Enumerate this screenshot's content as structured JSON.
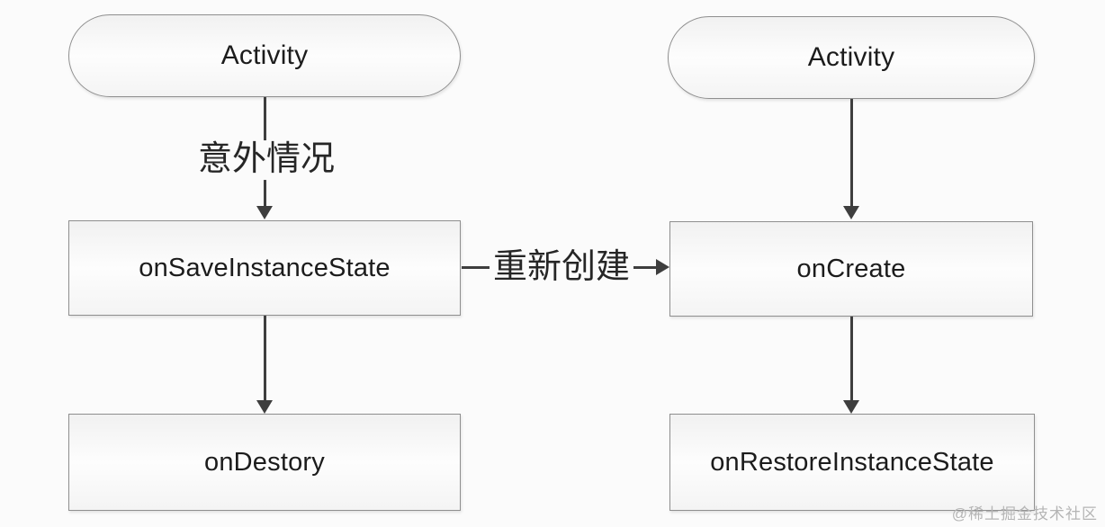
{
  "diagram": {
    "title_implicit": "Activity lifecycle on unexpected destruction and recreation",
    "left_flow": {
      "start_label": "Activity",
      "edge_label": "意外情况",
      "node_save_label": "onSaveInstanceState",
      "node_destroy_label": "onDestory"
    },
    "right_flow": {
      "start_label": "Activity",
      "node_create_label": "onCreate",
      "node_restore_label": "onRestoreInstanceState"
    },
    "cross_edge": {
      "label": "重新创建",
      "from": "onSaveInstanceState",
      "to": "onCreate"
    },
    "watermark": "@稀土掘金技术社区",
    "colors": {
      "background": "#fbfbfb",
      "connector_line": "#3e3e3e",
      "node_border": "#8f8f8f",
      "node_fill_top": "#f1f1f1",
      "node_fill_bottom": "#f4f4f4",
      "node_text": "#1c1c1c",
      "watermark_text": "#b5b5b5"
    }
  }
}
